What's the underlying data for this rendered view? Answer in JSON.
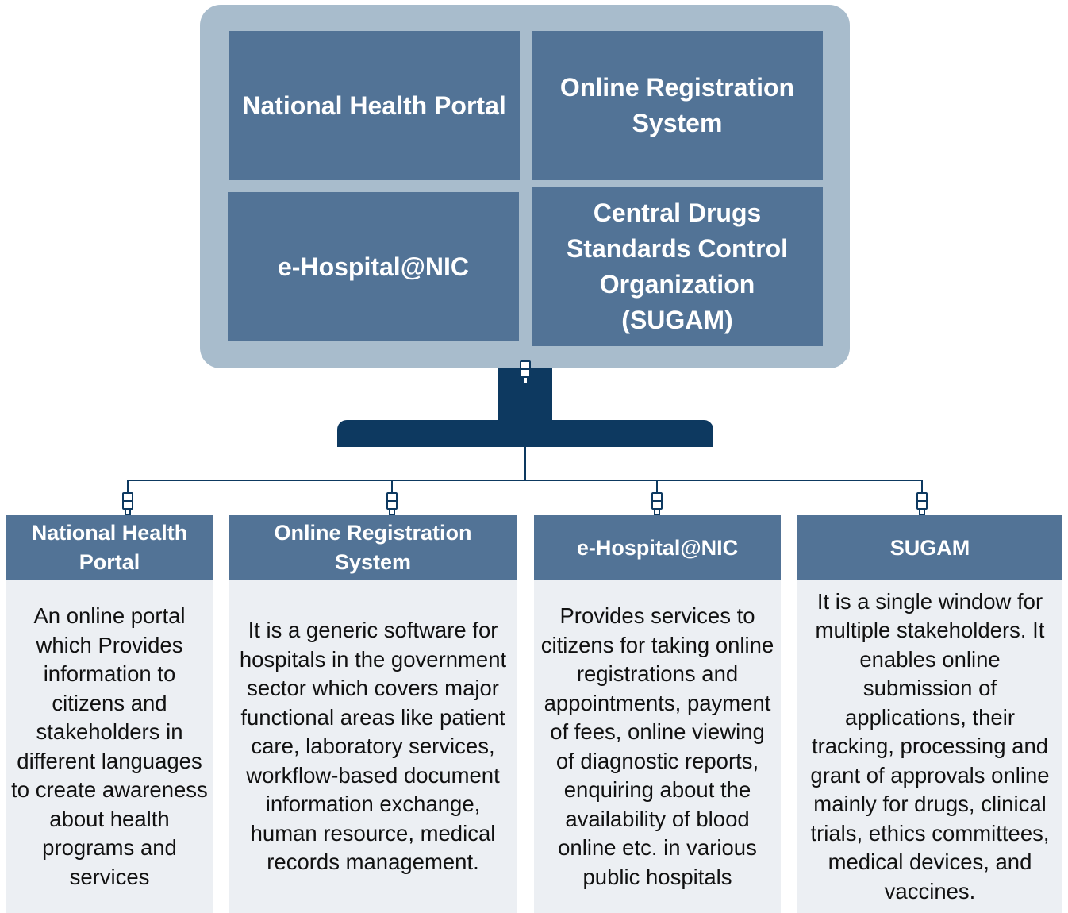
{
  "monitor": {
    "tiles": [
      "National Health Portal",
      "Online Registration System",
      "e-Hospital@NIC",
      "Central Drugs Standards Control Organization (SUGAM)"
    ]
  },
  "columns": [
    {
      "title": "National Health Portal",
      "description": "An online portal which Provides information to citizens and stakeholders in different languages to create awareness about health programs and services"
    },
    {
      "title": "Online Registration System",
      "description": "It is a generic software for hospitals  in the government sector which covers major functional areas like patient care, laboratory services, workflow-based document information exchange, human resource,  medical records management."
    },
    {
      "title": "e-Hospital@NIC",
      "description": "Provides services to citizens for taking online registrations and appointments, payment of fees, online viewing of diagnostic reports, enquiring about the availability of blood online etc. in various public hospitals"
    },
    {
      "title": "SUGAM",
      "description": "It is a single window for multiple stakeholders. It enables online submission of applications, their tracking, processing and grant of approvals online mainly for drugs, clinical trials, ethics committees, medical devices,  and vaccines."
    }
  ],
  "colors": {
    "monitor_frame": "#a8bccc",
    "tile": "#527396",
    "stand": "#0d3960",
    "column_body": "#eceff3"
  }
}
